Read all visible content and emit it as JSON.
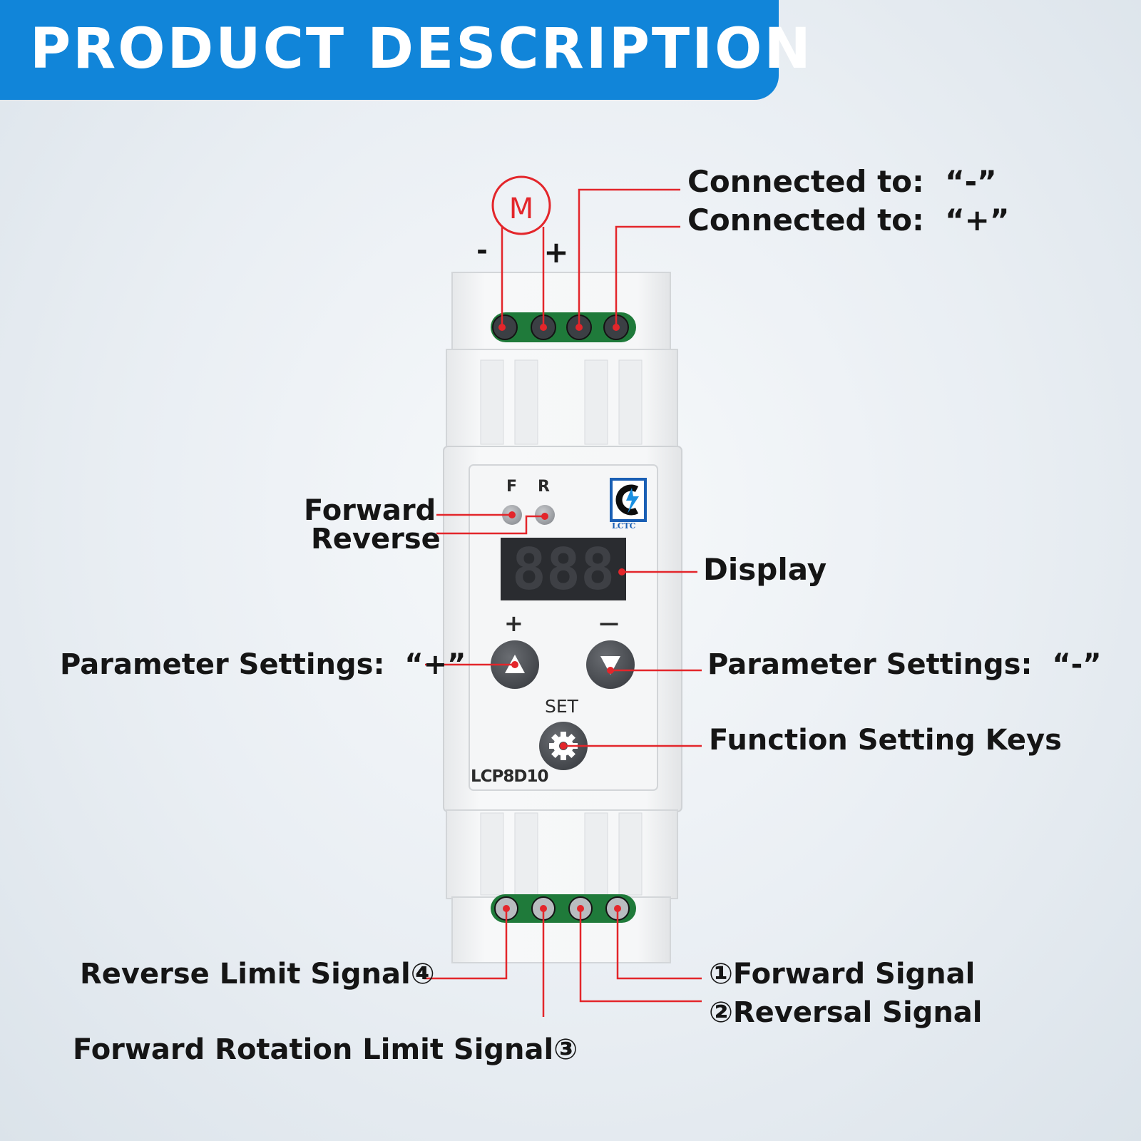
{
  "banner": {
    "title": "PRODUCT DESCRIPTION"
  },
  "motor": {
    "symbol": "M",
    "minus": "-",
    "plus": "+"
  },
  "device": {
    "led_f": "F",
    "led_r": "R",
    "brand": "LCTC",
    "display_digits": "888",
    "key_plus": "+",
    "key_minus": "—",
    "set_label": "SET",
    "model": "LCP8D10"
  },
  "labels": {
    "connected_minus": "Connected to:  “-”",
    "connected_plus": "Connected to:  “+”",
    "forward": "Forward",
    "reverse": "Reverse",
    "display": "Display",
    "param_plus": "Parameter Settings:  “+”",
    "param_minus": "Parameter Settings:  “-”",
    "function_keys": "Function Setting Keys",
    "reverse_limit": "Reverse Limit Signal④",
    "forward_limit": "Forward Rotation Limit Signal③",
    "forward_signal": "①Forward Signal",
    "reversal_signal": "②Reversal Signal"
  },
  "colors": {
    "banner": "#1185d9",
    "leader_lines": "#e3262b",
    "terminal_block": "#1f7a3a"
  }
}
